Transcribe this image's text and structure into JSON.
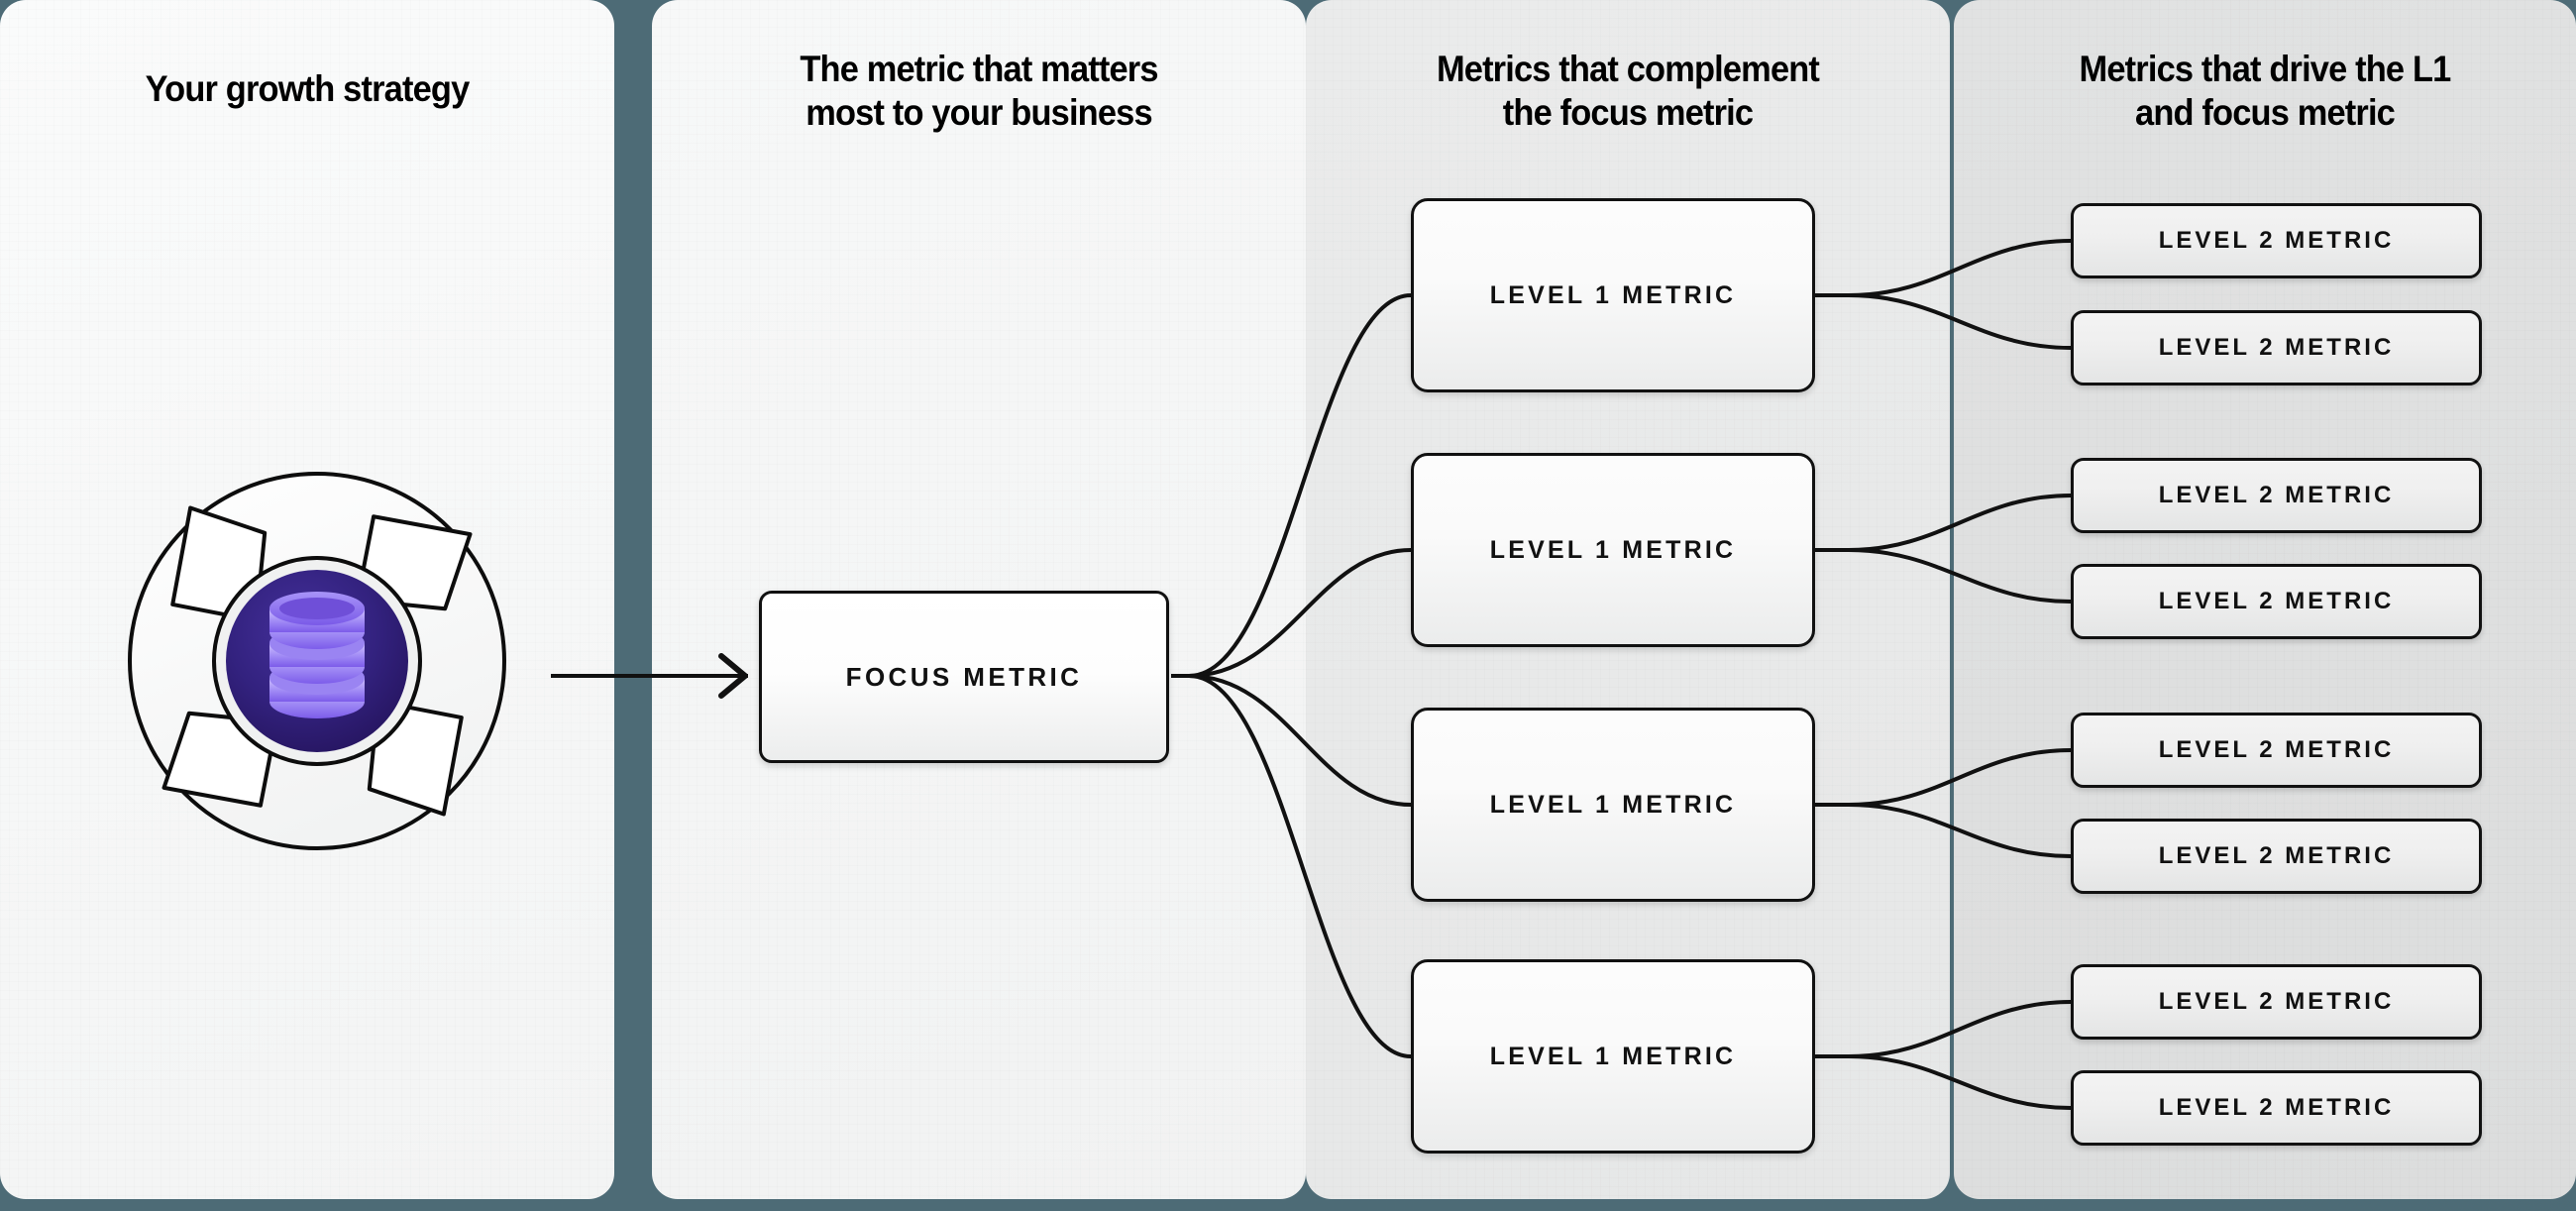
{
  "theme": {
    "divider_color": "#4d6b76",
    "panel_1_bg": "#f7f8f8",
    "panel_2_bg": "#f4f5f5",
    "panel_3_bg": "#e8e9e9",
    "panel_4_bg": "#dedfdf",
    "box_border": "#111111",
    "icon_core_color": "#2d1e6e",
    "icon_db_color": "#8b6cf0",
    "connector_color": "#111111"
  },
  "columns": [
    {
      "id": "strategy",
      "title": "Your growth strategy"
    },
    {
      "id": "focus",
      "title": "The metric that matters\nmost to your business"
    },
    {
      "id": "level1",
      "title": "Metrics that complement\nthe focus metric"
    },
    {
      "id": "level2",
      "title": "Metrics that drive the L1\nand focus metric"
    }
  ],
  "strategy_icon": {
    "name": "growth-strategy-pinwheel-icon",
    "core_icon": "database-stack-icon",
    "blades": 4
  },
  "focus_metric": {
    "label": "FOCUS METRIC"
  },
  "level1_metrics": [
    {
      "label": "LEVEL 1 METRIC"
    },
    {
      "label": "LEVEL 1 METRIC"
    },
    {
      "label": "LEVEL 1 METRIC"
    },
    {
      "label": "LEVEL 1 METRIC"
    }
  ],
  "level2_metrics": [
    {
      "label": "LEVEL 2 METRIC"
    },
    {
      "label": "LEVEL 2 METRIC"
    },
    {
      "label": "LEVEL 2 METRIC"
    },
    {
      "label": "LEVEL 2 METRIC"
    },
    {
      "label": "LEVEL 2 METRIC"
    },
    {
      "label": "LEVEL 2 METRIC"
    },
    {
      "label": "LEVEL 2 METRIC"
    },
    {
      "label": "LEVEL 2 METRIC"
    }
  ]
}
